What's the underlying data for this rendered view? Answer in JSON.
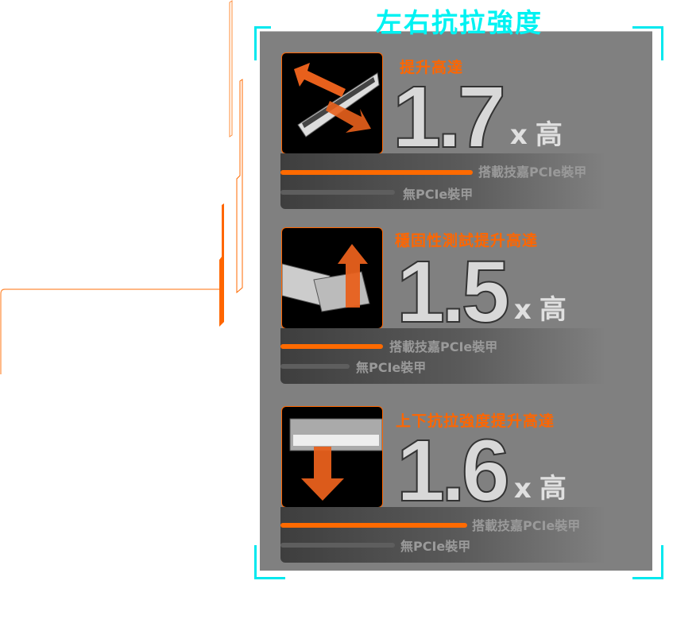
{
  "title": "左右抗拉強度",
  "colors": {
    "accent": "#ff6600",
    "title": "#00f2f2",
    "panel": "#808080"
  },
  "cards": [
    {
      "subtitle": "提升高達",
      "value": "1.7",
      "suffix_x": "x",
      "suffix": "高",
      "with_label": "搭載技嘉PCIe裝甲",
      "without_label": "無PCIe裝甲",
      "icon": "horizontal-pull-icon"
    },
    {
      "subtitle": "穩固性測試提升高達",
      "value": "1.5",
      "suffix_x": "x",
      "suffix": "高",
      "with_label": "搭載技嘉PCIe裝甲",
      "without_label": "無PCIe裝甲",
      "icon": "upward-pull-icon"
    },
    {
      "subtitle": "上下抗拉強度提升高達",
      "value": "1.6",
      "suffix_x": "x",
      "suffix": "高",
      "with_label": "搭載技嘉PCIe裝甲",
      "without_label": "無PCIe裝甲",
      "icon": "downward-pull-icon"
    }
  ]
}
